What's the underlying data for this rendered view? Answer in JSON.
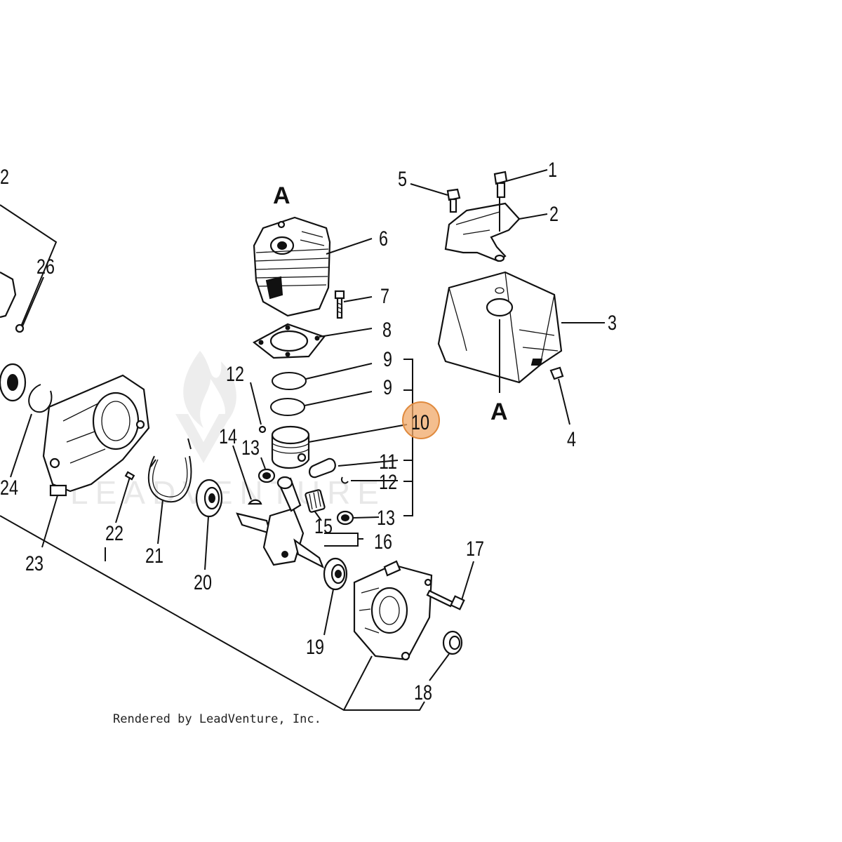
{
  "diagram": {
    "section_markers": [
      "A",
      "A"
    ],
    "callouts": {
      "c1": "1",
      "c2": "2",
      "c3": "3",
      "c4": "4",
      "c5": "5",
      "c6": "6",
      "c7": "7",
      "c8": "8",
      "c9a": "9",
      "c9b": "9",
      "c10": "10",
      "c11": "11",
      "c12a": "12",
      "c12b": "12",
      "c13a": "13",
      "c13b": "13",
      "c14": "14",
      "c15": "15",
      "c16": "16",
      "c17": "17",
      "c18": "18",
      "c19": "19",
      "c20": "20",
      "c21": "21",
      "c22": "22",
      "c23": "23",
      "c24": "24",
      "c26": "26",
      "c2left": "2"
    },
    "highlighted_callout": "10",
    "highlight_color": "#f0a868",
    "watermark_text": "LEADVENTURE",
    "credit": "Rendered by LeadVenture, Inc."
  }
}
